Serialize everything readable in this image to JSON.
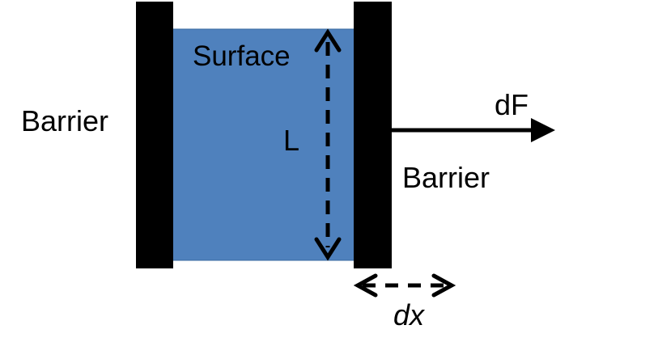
{
  "labels": {
    "left_barrier": "Barrier",
    "right_barrier": "Barrier",
    "surface": "Surface",
    "length": "L",
    "force": "dF",
    "displacement": "dx"
  },
  "colors": {
    "surface_fill": "#4f81bd",
    "barrier_fill": "#000000",
    "arrow": "#000000",
    "background": "#ffffff"
  }
}
